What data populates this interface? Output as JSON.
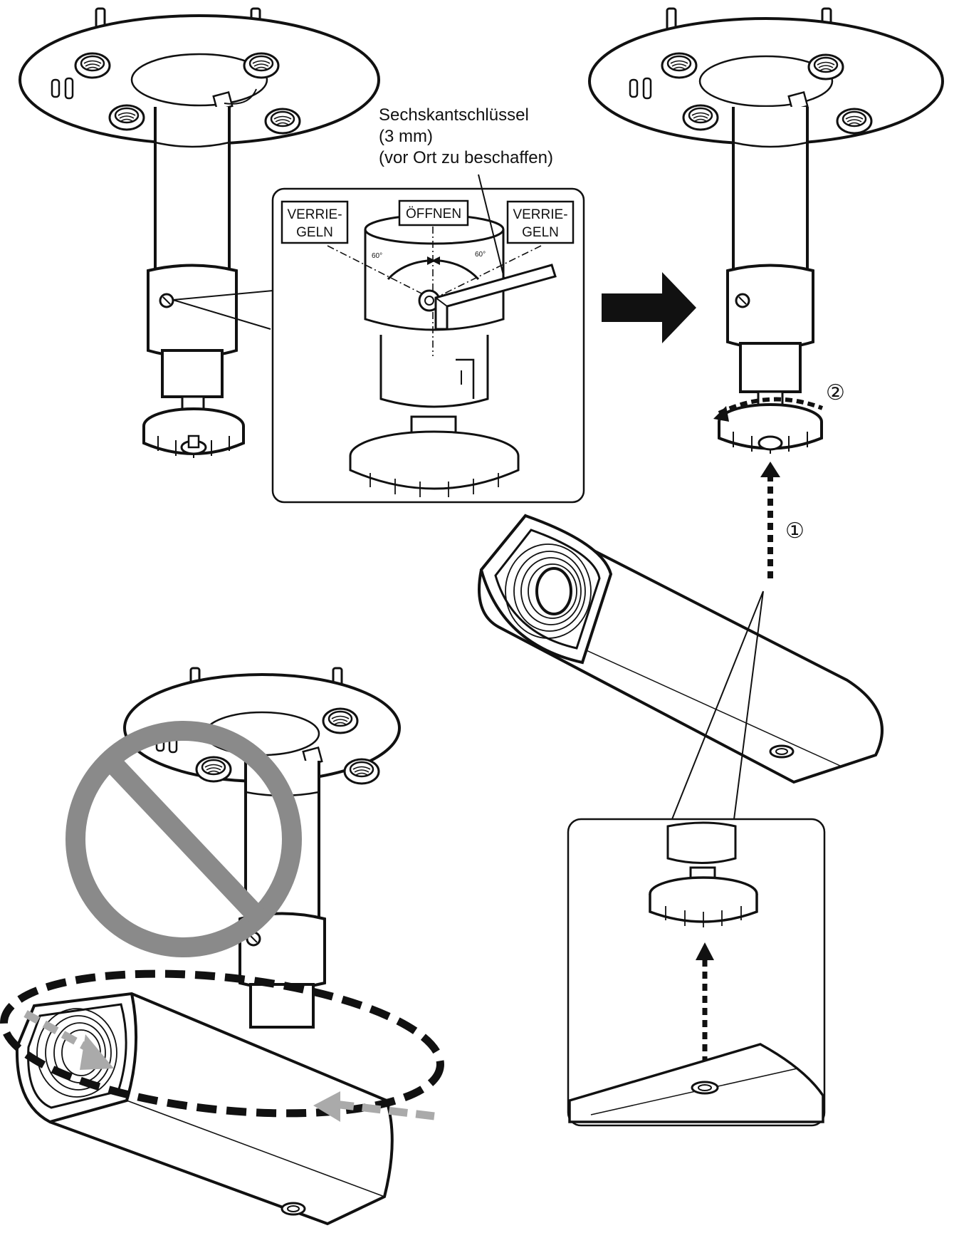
{
  "wrench": {
    "line1": "Sechskantschlüssel",
    "line2": "(3 mm)",
    "line3": "(vor Ort zu beschaffen)"
  },
  "detail": {
    "lock_left_1": "VERRIE-",
    "lock_left_2": "GELN",
    "open": "ÖFFNEN",
    "lock_right_1": "VERRIE-",
    "lock_right_2": "GELN",
    "angle_left": "60°",
    "angle_right": "60°"
  },
  "steps": {
    "step1": "①",
    "step2": "②"
  },
  "colors": {
    "ink": "#111111",
    "prohibit": "#8a8a8a",
    "arrow_grey": "#aaaaaa"
  }
}
